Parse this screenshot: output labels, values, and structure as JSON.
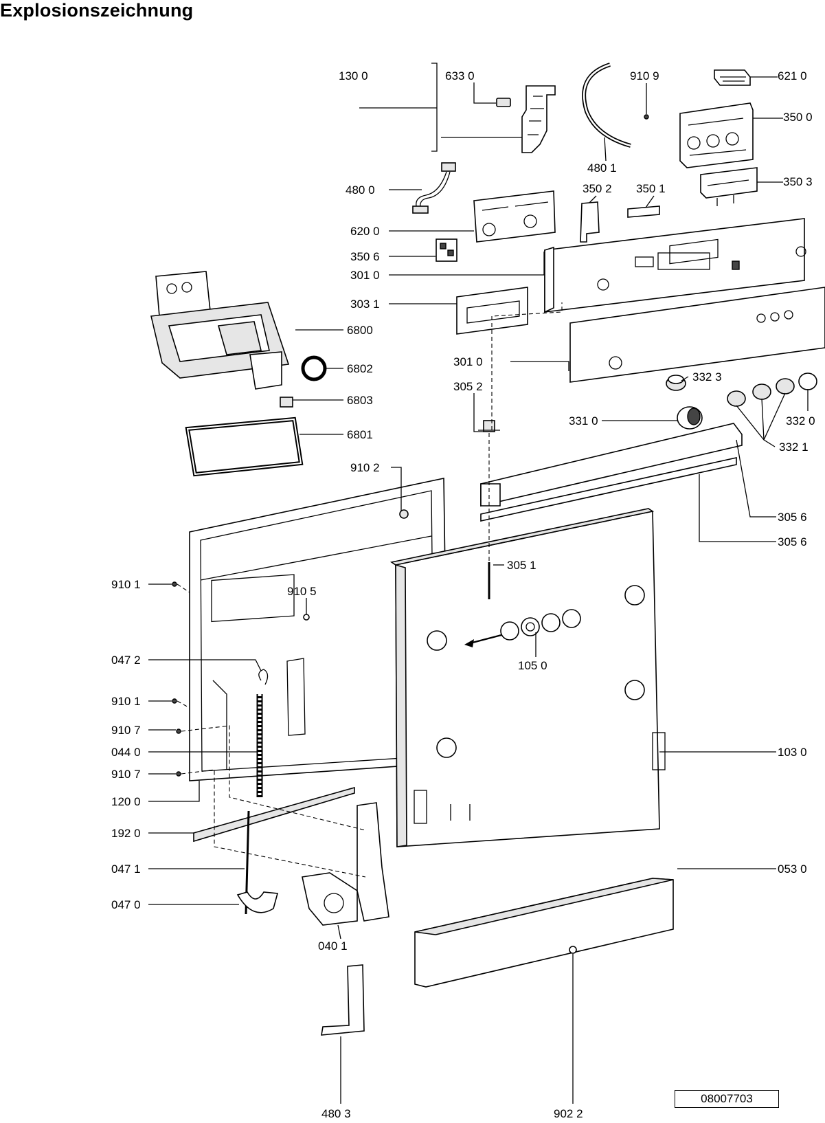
{
  "title": "Explosionszeichnung",
  "doc_number": "08007703",
  "callouts": {
    "c1300": "130 0",
    "c6330": "633 0",
    "c9109": "910 9",
    "c6210": "621 0",
    "c3500": "350 0",
    "c4801": "480 1",
    "c4800": "480 0",
    "c3502": "350 2",
    "c3501": "350 1",
    "c3503": "350 3",
    "c6200": "620 0",
    "c3506": "350 6",
    "c3010a": "301 0",
    "c3031": "303 1",
    "c6800": "6800",
    "c6802": "6802",
    "c6803": "6803",
    "c3010b": "301 0",
    "c3052": "305 2",
    "c3323": "332 3",
    "c3310": "331 0",
    "c3320": "332 0",
    "c3321": "332 1",
    "c6801": "6801",
    "c9102": "910 2",
    "c3056a": "305 6",
    "c3056b": "305 6",
    "c9101a": "910 1",
    "c3051": "305 1",
    "c9105": "910 5",
    "c0472": "047 2",
    "c1050": "105 0",
    "c9101b": "910 1",
    "c9107a": "910 7",
    "c0440": "044 0",
    "c1030": "103 0",
    "c9107b": "910 7",
    "c1200": "120 0",
    "c1920": "192 0",
    "c0471": "047 1",
    "c0530": "053 0",
    "c0470": "047 0",
    "c0401": "040 1",
    "c4803": "480 3",
    "c9022": "902 2"
  }
}
